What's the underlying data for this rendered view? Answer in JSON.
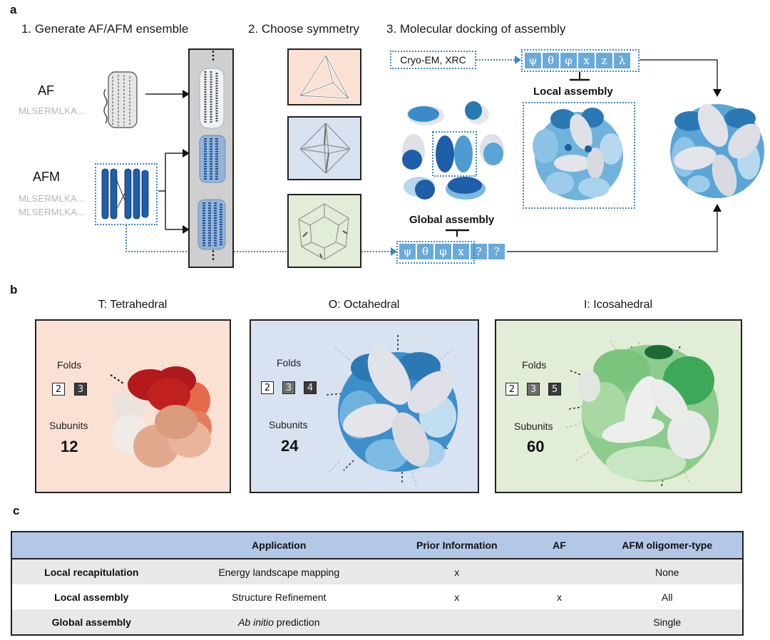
{
  "panel_a": {
    "letter": "a",
    "steps": [
      {
        "label": "1. Generate AF/AFM ensemble"
      },
      {
        "label": "2. Choose symmetry"
      },
      {
        "label": "3. Molecular docking of assembly"
      }
    ],
    "af": {
      "label": "AF",
      "sequence": "MLSERMLKA..."
    },
    "afm": {
      "label": "AFM",
      "sequences": [
        "MLSERMLKA...",
        "MLSERMLKA..."
      ]
    },
    "ensemble_ellipsis": "⋮",
    "prior_info_label": "Cryo-EM, XRC",
    "local_params": [
      "ψ",
      "θ",
      "φ",
      "x",
      "z",
      "λ"
    ],
    "global_params": [
      "ψ",
      "θ",
      "φ",
      "x",
      "?",
      "?"
    ],
    "local_assembly_label": "Local assembly",
    "global_assembly_label": "Global assembly",
    "symmetry_shapes": [
      "tetrahedron",
      "octahedron",
      "dodecahedron"
    ]
  },
  "panel_b": {
    "letter": "b",
    "symmetries": [
      {
        "title": "T: Tetrahedral",
        "folds_label": "Folds",
        "folds": [
          "2",
          "3"
        ],
        "subunits_label": "Subunits",
        "subunits": "12",
        "color": "#fbe1d3"
      },
      {
        "title": "O: Octahedral",
        "folds_label": "Folds",
        "folds": [
          "2",
          "3",
          "4"
        ],
        "subunits_label": "Subunits",
        "subunits": "24",
        "color": "#d8e2f1"
      },
      {
        "title": "I: Icosahedral",
        "folds_label": "Folds",
        "folds": [
          "2",
          "3",
          "5"
        ],
        "subunits_label": "Subunits",
        "subunits": "60",
        "color": "#e1edd6"
      }
    ]
  },
  "panel_c": {
    "letter": "c",
    "columns": [
      "",
      "Application",
      "Prior Information",
      "AF",
      "AFM oligomer-type"
    ],
    "rows": [
      {
        "name": "Local recapitulation",
        "application_pre": "",
        "application_italic": "",
        "application": "Energy landscape mapping",
        "prior": "x",
        "af": "",
        "afm": "None"
      },
      {
        "name": "Local assembly",
        "application_pre": "",
        "application_italic": "",
        "application": "Structure Refinement",
        "prior": "x",
        "af": "x",
        "afm": "All"
      },
      {
        "name": "Global assembly",
        "application_pre": "",
        "application_italic": "Ab initio",
        "application": " prediction",
        "prior": "",
        "af": "",
        "afm": "Single"
      }
    ]
  },
  "colors": {
    "accent_blue": "#3e85c4",
    "param_blue": "#6aaad8",
    "table_header": "#b3c7e6",
    "peach": "#fbe1d3",
    "lavender": "#d8e2f1",
    "mint": "#e1edd6"
  }
}
